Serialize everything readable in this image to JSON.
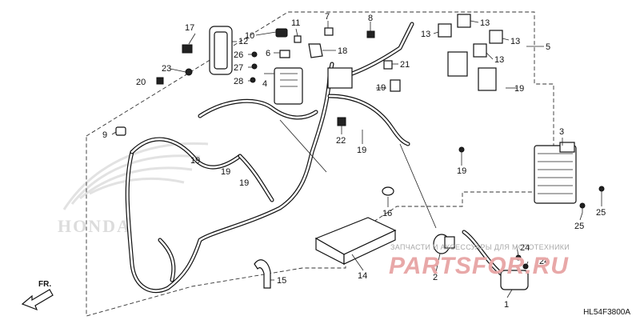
{
  "diagram": {
    "code": "HL54F3800A",
    "direction_label": "FR.",
    "honda_text": "HONDA",
    "watermark": {
      "caption": "ЗАПЧАСТИ И АКСЕССУАРЫ ДЛЯ МОТОТЕХНИКИ",
      "brand": "PARTSFOR.RU"
    },
    "callouts": [
      {
        "id": "1",
        "label": "1"
      },
      {
        "id": "2",
        "label": "2"
      },
      {
        "id": "3",
        "label": "3"
      },
      {
        "id": "4",
        "label": "4"
      },
      {
        "id": "5",
        "label": "5"
      },
      {
        "id": "6",
        "label": "6"
      },
      {
        "id": "7",
        "label": "7"
      },
      {
        "id": "8",
        "label": "8"
      },
      {
        "id": "9",
        "label": "9"
      },
      {
        "id": "10",
        "label": "10"
      },
      {
        "id": "11",
        "label": "11"
      },
      {
        "id": "12",
        "label": "12"
      },
      {
        "id": "13a",
        "label": "13"
      },
      {
        "id": "13b",
        "label": "13"
      },
      {
        "id": "13c",
        "label": "13"
      },
      {
        "id": "13d",
        "label": "13"
      },
      {
        "id": "14",
        "label": "14"
      },
      {
        "id": "15",
        "label": "15"
      },
      {
        "id": "16",
        "label": "16"
      },
      {
        "id": "17",
        "label": "17"
      },
      {
        "id": "18",
        "label": "18"
      },
      {
        "id": "19a",
        "label": "19"
      },
      {
        "id": "19b",
        "label": "19"
      },
      {
        "id": "19c",
        "label": "19"
      },
      {
        "id": "19d",
        "label": "19"
      },
      {
        "id": "19e",
        "label": "19"
      },
      {
        "id": "19f",
        "label": "19"
      },
      {
        "id": "19g",
        "label": "19"
      },
      {
        "id": "20",
        "label": "20"
      },
      {
        "id": "21",
        "label": "21"
      },
      {
        "id": "22",
        "label": "22"
      },
      {
        "id": "23",
        "label": "23"
      },
      {
        "id": "24a",
        "label": "24"
      },
      {
        "id": "24b",
        "label": "24"
      },
      {
        "id": "25a",
        "label": "25"
      },
      {
        "id": "25b",
        "label": "25"
      },
      {
        "id": "26",
        "label": "26"
      },
      {
        "id": "27",
        "label": "27"
      },
      {
        "id": "28",
        "label": "28"
      }
    ]
  }
}
